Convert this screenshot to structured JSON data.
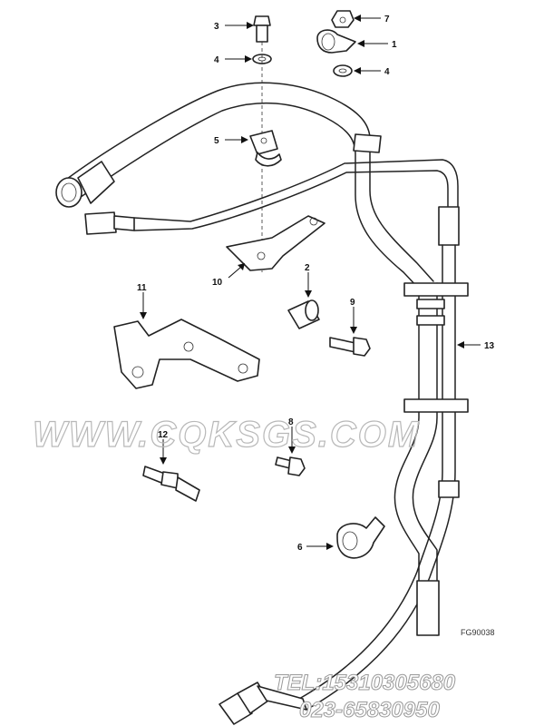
{
  "callouts": [
    {
      "id": "c1",
      "label": "1"
    },
    {
      "id": "c2",
      "label": "2"
    },
    {
      "id": "c3",
      "label": "3"
    },
    {
      "id": "c4a",
      "label": "4"
    },
    {
      "id": "c4b",
      "label": "4"
    },
    {
      "id": "c5",
      "label": "5"
    },
    {
      "id": "c6",
      "label": "6"
    },
    {
      "id": "c7",
      "label": "7"
    },
    {
      "id": "c8",
      "label": "8"
    },
    {
      "id": "c9",
      "label": "9"
    },
    {
      "id": "c10",
      "label": "10"
    },
    {
      "id": "c11",
      "label": "11"
    },
    {
      "id": "c12",
      "label": "12"
    },
    {
      "id": "c13",
      "label": "13"
    }
  ],
  "watermark": "WWW.CQKSGS.COM",
  "contact": {
    "tel": "TEL:15310305680",
    "phone": "023-65830950"
  },
  "figure_code": "FG90038"
}
